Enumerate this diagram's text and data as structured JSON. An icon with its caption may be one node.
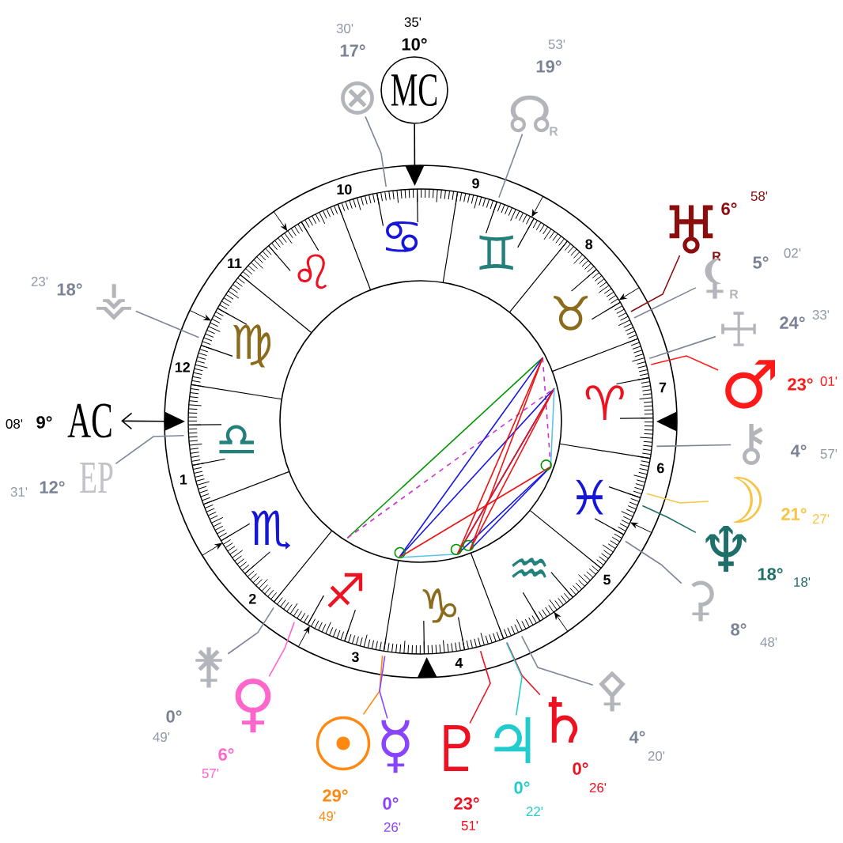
{
  "diagram": {
    "nodes": [
      {
        "text": [
          "MC"
        ],
        "beside": [
          "35'",
          "10°"
        ]
      },
      {
        "text": [
          "⊗"
        ],
        "beside": [
          "30'",
          "17°"
        ]
      },
      {
        "text": [
          "☊"
        ],
        "beside": [
          "53'",
          "19°",
          "R"
        ]
      },
      {
        "text": [
          "♅"
        ],
        "beside": [
          "6°",
          "58'",
          "R"
        ]
      },
      {
        "text": [
          "⚸"
        ],
        "beside": [
          "5°",
          "02'",
          "R"
        ]
      },
      {
        "text": [
          "⚶"
        ],
        "beside": [
          "23'",
          "18°"
        ]
      },
      {
        "text": [
          "☩"
        ],
        "beside": [
          "24°",
          "33'"
        ]
      },
      {
        "text": [
          "♂"
        ],
        "beside": [
          "23°",
          "01'"
        ]
      },
      {
        "text": [
          "AC"
        ],
        "beside": [
          "08'",
          "9°"
        ]
      },
      {
        "text": [
          "⚷"
        ],
        "beside": [
          "4°",
          "57'"
        ]
      },
      {
        "text": [
          "EP"
        ],
        "beside": [
          "31'",
          "12°"
        ]
      },
      {
        "text": [
          "☽"
        ],
        "beside": [
          "21°",
          "27'"
        ]
      },
      {
        "text": [
          "♆"
        ],
        "beside": [
          "18°",
          "18'"
        ]
      },
      {
        "text": [
          "⚳"
        ],
        "beside": [
          "8°",
          "48'"
        ]
      },
      {
        "text": [
          "⚵"
        ],
        "beside": [
          "0°",
          "49'"
        ]
      },
      {
        "text": [
          "♀"
        ],
        "beside": [
          "6°",
          "57'"
        ]
      },
      {
        "text": [
          "⚴"
        ],
        "beside": [
          "4°",
          "20'"
        ]
      },
      {
        "text": [
          "♄"
        ],
        "beside": [
          "0°",
          "26'"
        ]
      },
      {
        "text": [
          "☉"
        ],
        "beside": [
          "29°",
          "49'"
        ]
      },
      {
        "text": [
          "☿"
        ],
        "beside": [
          "0°",
          "26'"
        ]
      },
      {
        "text": [
          "♇"
        ],
        "beside": [
          "23°",
          "51'"
        ]
      },
      {
        "text": [
          "♃"
        ],
        "beside": [
          "0°",
          "22'"
        ]
      }
    ],
    "edges": [
      {
        "from": 0,
        "to": null,
        "arrow": "to",
        "color": "#000000"
      },
      {
        "from": 1,
        "to": null,
        "arrow": "none"
      },
      {
        "from": 2,
        "to": null,
        "arrow": "none"
      },
      {
        "from": 3,
        "to": null,
        "arrow": "none",
        "color": "#8b0d0d"
      },
      {
        "from": 4,
        "to": null,
        "arrow": "none"
      },
      {
        "from": 5,
        "to": null,
        "arrow": "none"
      },
      {
        "from": 6,
        "to": null,
        "arrow": "none"
      },
      {
        "from": 7,
        "to": null,
        "arrow": "none",
        "color": "#ff1a1a"
      },
      {
        "from": null,
        "to": 8,
        "arrow": "both",
        "color": "#000000"
      },
      {
        "from": 9,
        "to": null,
        "arrow": "none"
      },
      {
        "from": 10,
        "to": null,
        "arrow": "none"
      },
      {
        "from": 11,
        "to": null,
        "arrow": "none",
        "color": "#f7c443"
      },
      {
        "from": 12,
        "to": null,
        "arrow": "none",
        "color": "#1e6e6a"
      },
      {
        "from": 13,
        "to": null,
        "arrow": "none"
      },
      {
        "from": 14,
        "to": null,
        "arrow": "none"
      },
      {
        "from": 15,
        "to": null,
        "arrow": "none",
        "color": "#ff66cc"
      },
      {
        "from": 16,
        "to": null,
        "arrow": "none"
      },
      {
        "from": 17,
        "to": null,
        "arrow": "none",
        "color": "#ee1122"
      },
      {
        "from": 18,
        "to": null,
        "arrow": "none",
        "color": "#ff8811"
      },
      {
        "from": 19,
        "to": null,
        "arrow": "none",
        "color": "#8844ff"
      },
      {
        "from": 20,
        "to": null,
        "arrow": "none",
        "color": "#ee1122"
      },
      {
        "from": 21,
        "to": null,
        "arrow": "none",
        "color": "#22cccc"
      }
    ],
    "labels": [
      "♈",
      "♉",
      "♊",
      "♋",
      "♌",
      "♍",
      "♎",
      "♏",
      "♐",
      "♑",
      "♒",
      "♓",
      "1",
      "2",
      "3",
      "4",
      "5",
      "6",
      "7",
      "8",
      "9",
      "10",
      "11",
      "12"
    ]
  }
}
